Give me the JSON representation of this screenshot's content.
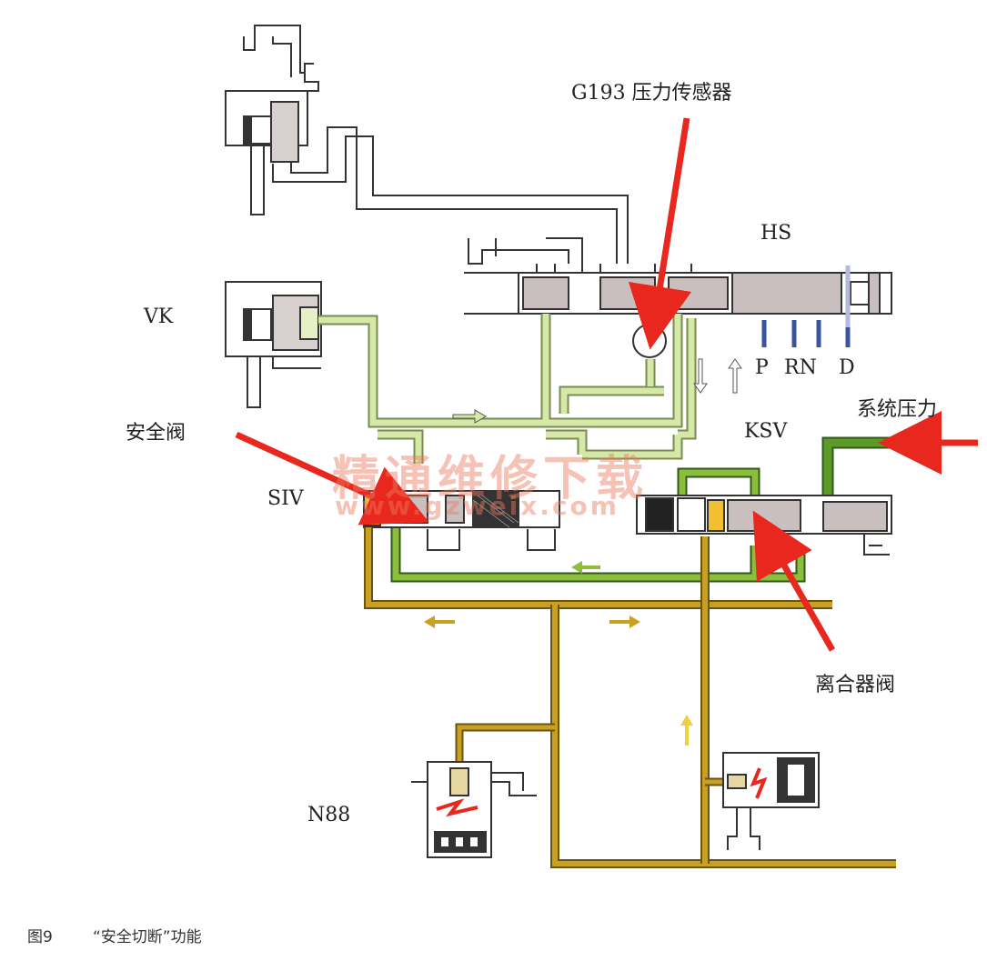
{
  "labels": {
    "g193": "G193 压力传感器",
    "hs": "HS",
    "vk": "VK",
    "p": "P",
    "rn": "RN",
    "d": "D",
    "safety_valve": "安全阀",
    "system_pressure": "系统压力",
    "ksv": "KSV",
    "siv": "SIV",
    "clutch_valve": "离合器阀",
    "n88": "N88"
  },
  "caption": {
    "figure_no": "图9",
    "title": "“安全切断”功能"
  },
  "watermark": {
    "line1": "精通维修下载",
    "line2": "www.gzweix.com"
  },
  "colors": {
    "light_green": "#d6e8a8",
    "mid_green": "#8cbe3c",
    "dark_green": "#5e9a2a",
    "gold": "#c8a024",
    "red_arrow": "#e8281e",
    "outline": "#333333",
    "spool_gray": "#c9bfbf",
    "dir_blue": "#3a55a0"
  }
}
